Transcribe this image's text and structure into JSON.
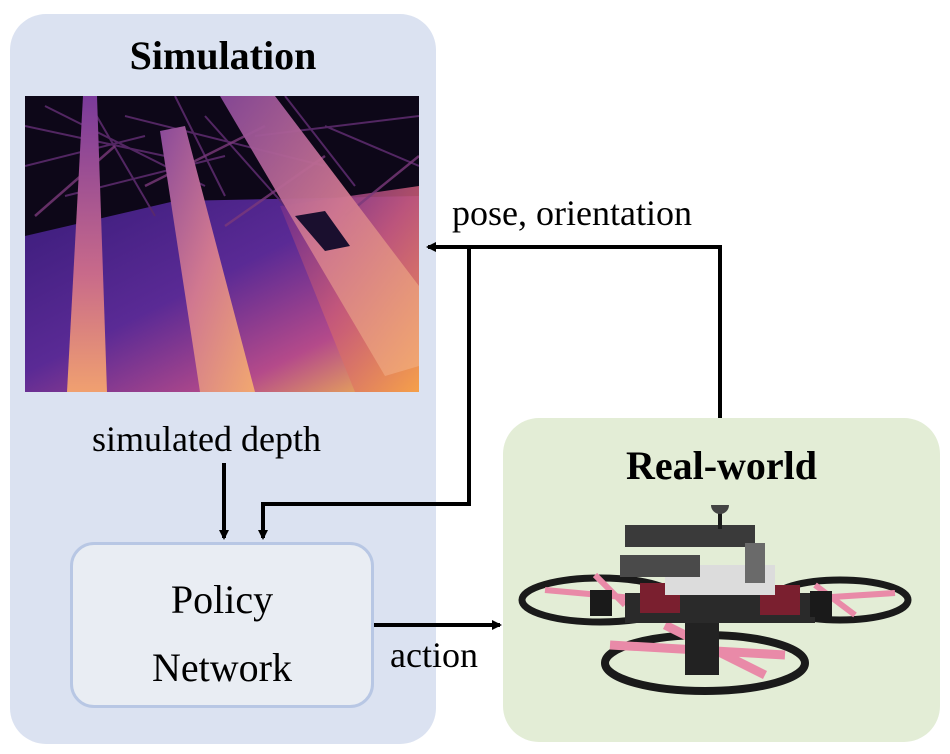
{
  "simulation": {
    "title": "Simulation"
  },
  "real_world": {
    "title": "Real-world"
  },
  "labels": {
    "pose_orientation": "pose, orientation",
    "simulated_depth": "simulated depth",
    "action": "action"
  },
  "policy": {
    "line1": "Policy",
    "line2": "Network"
  },
  "colors": {
    "simulation_panel": "#dbe2f1",
    "real_world_panel": "#e3edd6",
    "policy_border": "#b8c7e4",
    "arrow": "#000000"
  },
  "images": {
    "depth_map": "depth-map-image",
    "drone": "quadrotor-drone-image"
  }
}
